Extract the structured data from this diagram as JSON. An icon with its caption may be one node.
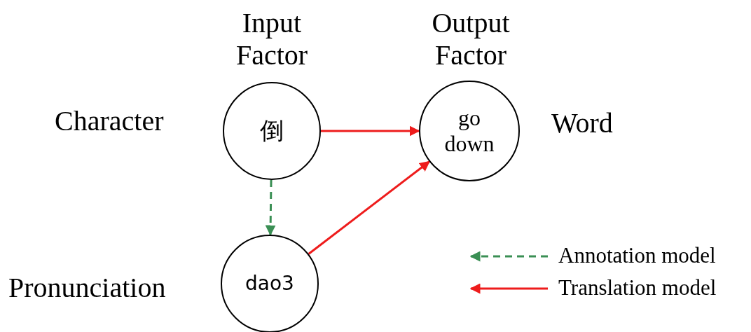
{
  "diagram": {
    "nodes": [
      {
        "text": [
          "倒"
        ]
      },
      {
        "text": [
          "go down"
        ]
      },
      {
        "text": [
          "dao3"
        ]
      }
    ],
    "edges": [
      {
        "from": 0,
        "to": 1,
        "arrow": "to"
      },
      {
        "from": 0,
        "to": 2,
        "arrow": "to",
        "style": "dashed",
        "color": "#3a8f54"
      },
      {
        "from": 2,
        "to": 1,
        "arrow": "to"
      }
    ],
    "labels": [
      "Input Factor",
      "Output Factor",
      "Character",
      "Word",
      "Pronunciation"
    ],
    "legend": [
      {
        "text": "Annotation model"
      },
      {
        "text": "Translation model"
      }
    ]
  }
}
